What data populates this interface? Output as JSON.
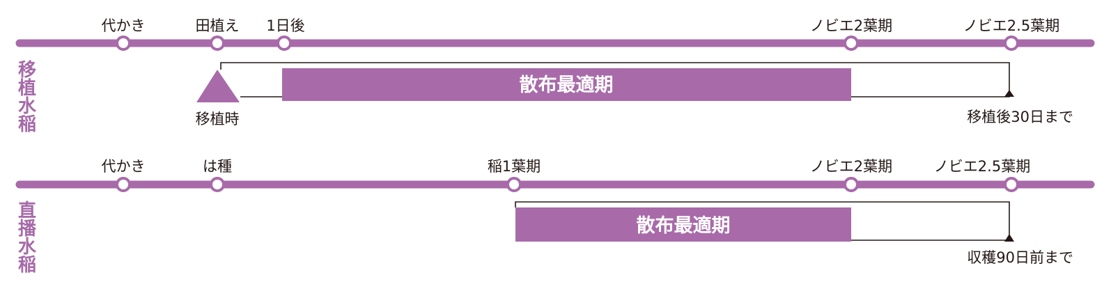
{
  "colors": {
    "accent": "#a86aa9",
    "line": "#231815"
  },
  "rows": [
    {
      "side_label": [
        "移",
        "植",
        "水",
        "稲"
      ],
      "milestones": [
        "代かき",
        "田植え",
        "1日後",
        "ノビエ2葉期",
        "ノビエ2.5葉期"
      ],
      "bar_label": "散布最適期",
      "start_label": "移植時",
      "end_label": "移植後30日まで"
    },
    {
      "side_label": [
        "直",
        "播",
        "水",
        "稲"
      ],
      "milestones": [
        "代かき",
        "は種",
        "稲1葉期",
        "ノビエ2葉期",
        "ノビエ2.5葉期"
      ],
      "bar_label": "散布最適期",
      "end_label": "収穫90日前まで"
    }
  ]
}
